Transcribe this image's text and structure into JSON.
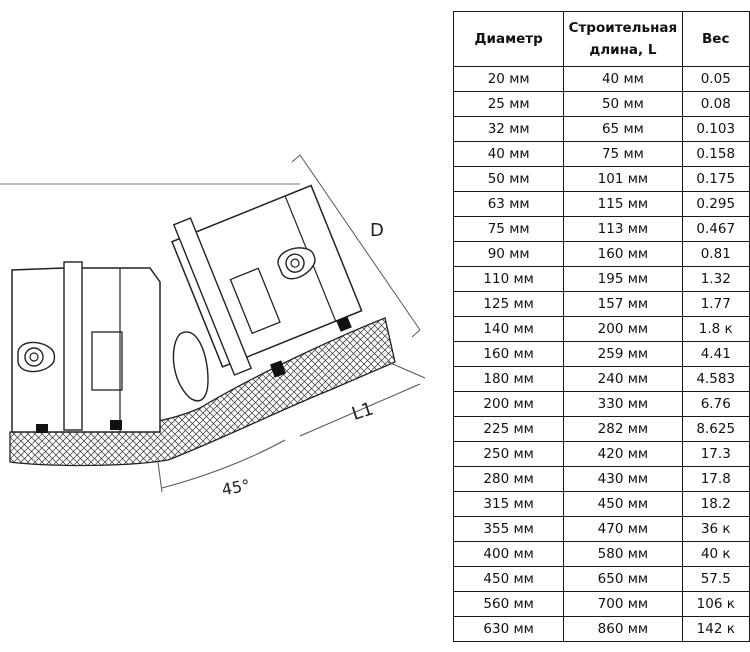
{
  "drawing": {
    "labels": {
      "diameter": "D",
      "length": "L1",
      "angle": "45°"
    }
  },
  "table": {
    "headers": [
      "Диаметр",
      "Строительная длина, L",
      "Вес"
    ],
    "rows": [
      [
        "20 мм",
        "40 мм",
        "0.05"
      ],
      [
        "25 мм",
        "50 мм",
        "0.08"
      ],
      [
        "32 мм",
        "65 мм",
        "0.103"
      ],
      [
        "40 мм",
        "75 мм",
        "0.158"
      ],
      [
        "50 мм",
        "101 мм",
        "0.175"
      ],
      [
        "63 мм",
        "115 мм",
        "0.295"
      ],
      [
        "75 мм",
        "113 мм",
        "0.467"
      ],
      [
        "90 мм",
        "160 мм",
        "0.81"
      ],
      [
        "110 мм",
        "195 мм",
        "1.32"
      ],
      [
        "125 мм",
        "157 мм",
        "1.77"
      ],
      [
        "140 мм",
        "200 мм",
        "1.8 к"
      ],
      [
        "160 мм",
        "259 мм",
        "4.41"
      ],
      [
        "180 мм",
        "240 мм",
        "4.583"
      ],
      [
        "200 мм",
        "330 мм",
        "6.76"
      ],
      [
        "225 мм",
        "282 мм",
        "8.625"
      ],
      [
        "250 мм",
        "420 мм",
        "17.3"
      ],
      [
        "280 мм",
        "430 мм",
        "17.8"
      ],
      [
        "315 мм",
        "450 мм",
        "18.2"
      ],
      [
        "355 мм",
        "470 мм",
        "36 к"
      ],
      [
        "400 мм",
        "580 мм",
        "40 к"
      ],
      [
        "450 мм",
        "650 мм",
        "57.5"
      ],
      [
        "560 мм",
        "700 мм",
        "106 к"
      ],
      [
        "630 мм",
        "860 мм",
        "142 к"
      ]
    ]
  }
}
